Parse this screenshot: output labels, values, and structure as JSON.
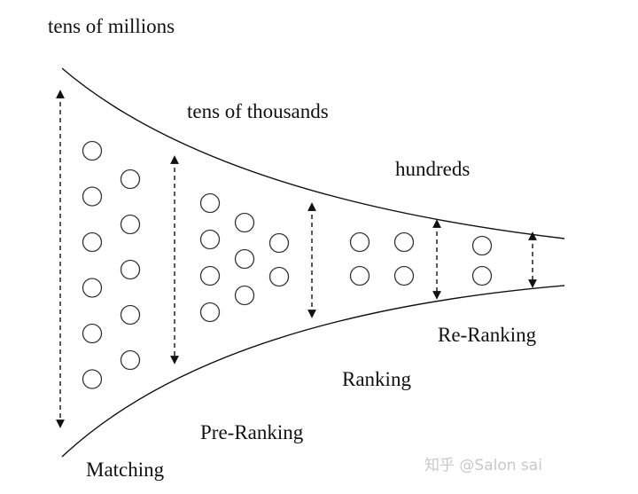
{
  "labels": {
    "top_count": "tens of millions",
    "second_count": "tens of thousands",
    "third_count": "hundreds",
    "stage_re_ranking": "Re-Ranking",
    "stage_ranking": "Ranking",
    "stage_pre_ranking": "Pre-Ranking",
    "stage_matching": "Matching"
  },
  "watermark": "知乎 @Salon sai",
  "colors": {
    "line": "#111111",
    "circle_stroke": "#333333",
    "watermark": "#c8c8c8"
  },
  "circle_columns": [
    {
      "stage": "Matching",
      "circle_count": 6
    },
    {
      "stage": "Matching",
      "circle_count": 5
    },
    {
      "stage": "Pre-Ranking",
      "circle_count": 4
    },
    {
      "stage": "Pre-Ranking",
      "circle_count": 3
    },
    {
      "stage": "Pre-Ranking",
      "circle_count": 2
    },
    {
      "stage": "Ranking",
      "circle_count": 2
    },
    {
      "stage": "Ranking",
      "circle_count": 2
    },
    {
      "stage": "Re-Ranking",
      "circle_count": 2
    }
  ]
}
